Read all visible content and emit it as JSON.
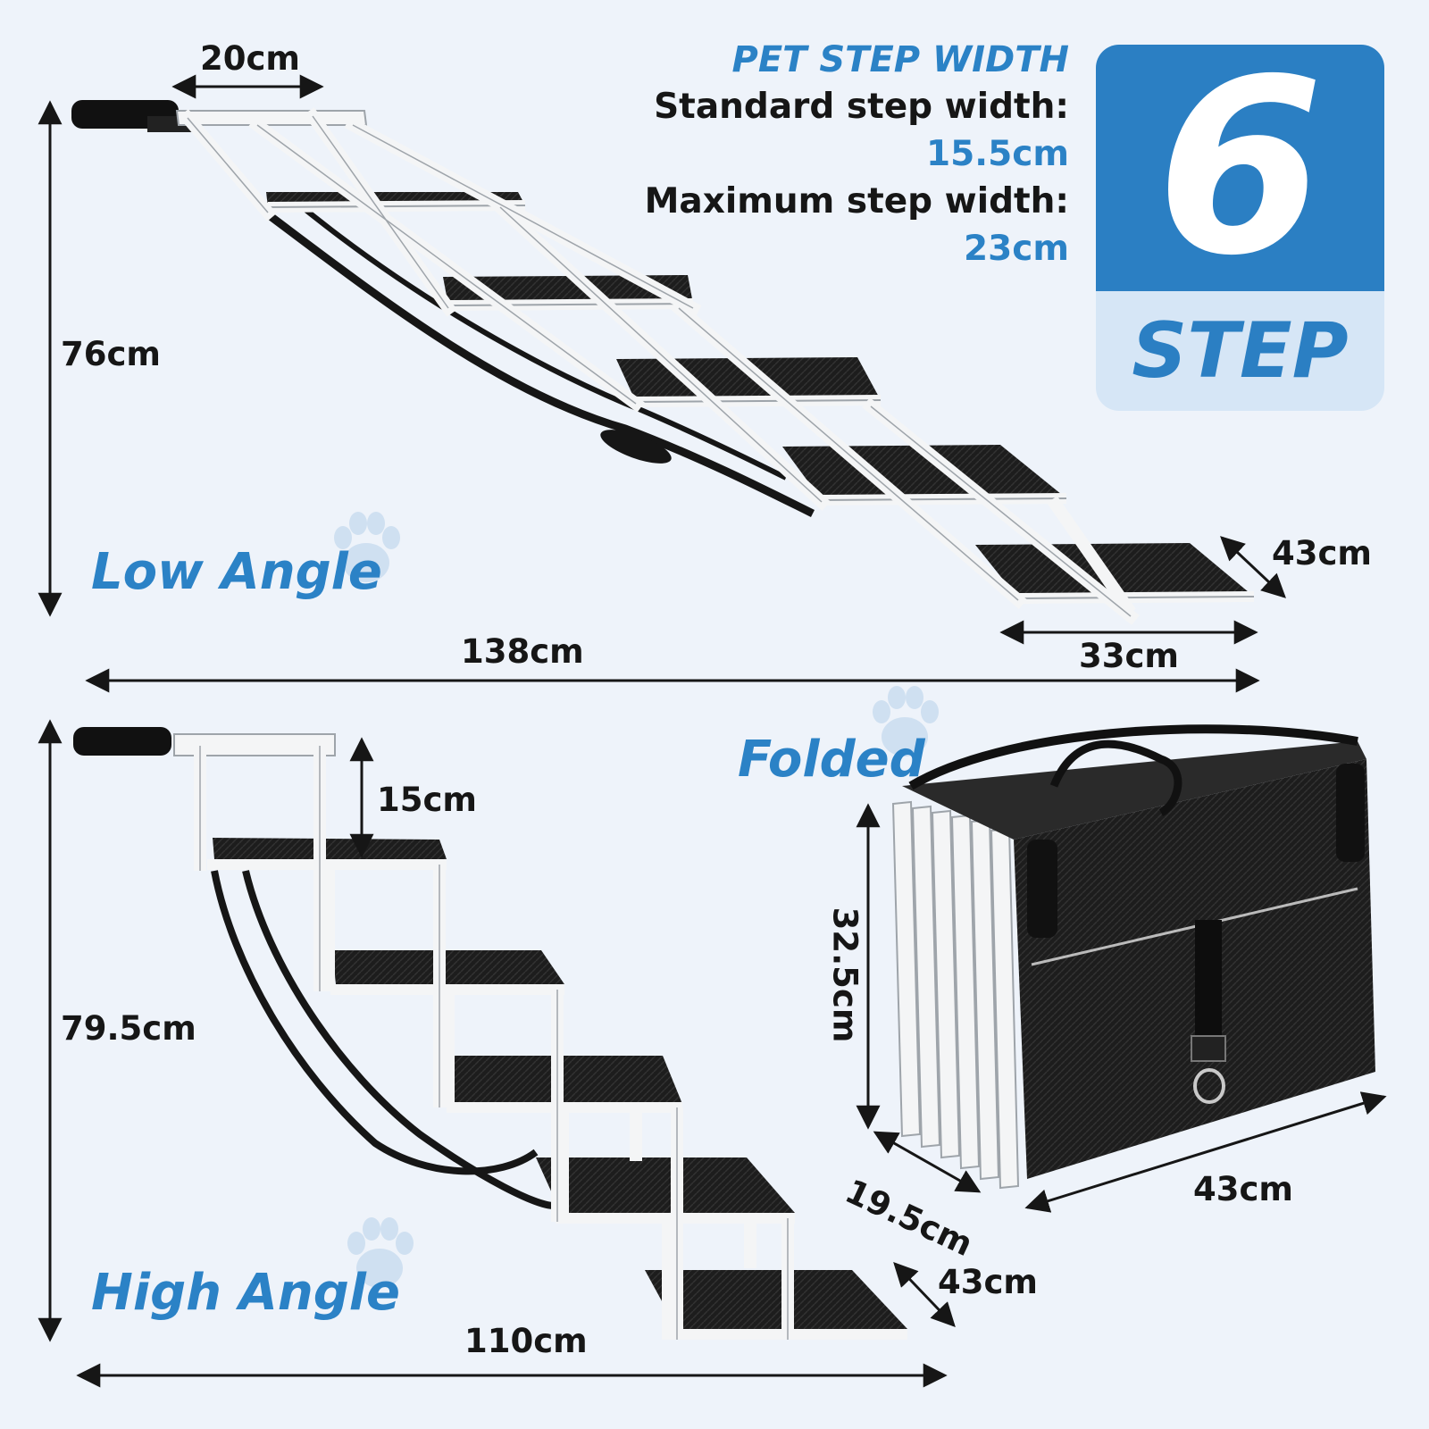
{
  "spec": {
    "heading": "PET STEP WIDTH",
    "standard_label": "Standard step width:",
    "standard_value": "15.5cm",
    "maximum_label": "Maximum step width:",
    "maximum_value": "23cm"
  },
  "badge": {
    "number": "6",
    "word": "STEP"
  },
  "low_angle": {
    "title": "Low Angle",
    "top_width": "20cm",
    "height": "76cm",
    "length": "138cm",
    "step_depth": "33cm",
    "width": "43cm"
  },
  "high_angle": {
    "title": "High Angle",
    "height": "79.5cm",
    "step_rise": "15cm",
    "length": "110cm",
    "width": "43cm"
  },
  "folded": {
    "title": "Folded",
    "height": "32.5cm",
    "depth": "19.5cm",
    "width": "43cm"
  },
  "colors": {
    "accent": "#2b82c6",
    "background": "#eef3fa",
    "tread": "#1c1c1c",
    "frame": "#f4f5f6"
  }
}
